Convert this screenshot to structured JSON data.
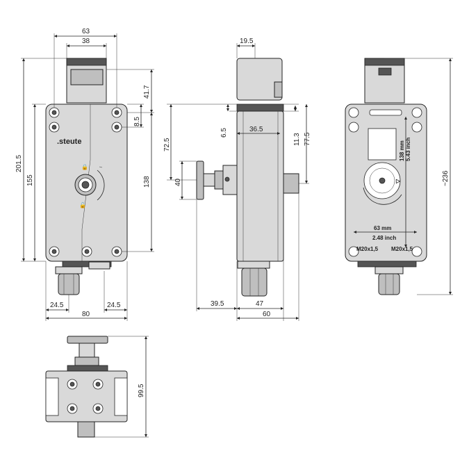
{
  "front_view": {
    "brand": ".steute",
    "dims": {
      "top_width": "63",
      "head_width": "38",
      "total_height": "201.5",
      "body_height": "155",
      "head_height": "41.7",
      "offset": "8.5",
      "hole_spacing_v": "138",
      "gland_left": "24.5",
      "gland_right": "24.5",
      "body_width": "80"
    }
  },
  "side_view": {
    "dims": {
      "head_width": "19.5",
      "slot": "6.5",
      "slot_depth": "36.5",
      "height_to_handle": "72.5",
      "shaft_dia": "11.3",
      "height_right": "77.5",
      "handle_dia": "40",
      "handle_offset": "39.5",
      "body_depth": "47",
      "total_depth": "60"
    }
  },
  "back_view": {
    "dims": {
      "vertical_mm": "138 mm",
      "vertical_inch": "5.43 inch",
      "horizontal_mm": "63 mm",
      "horizontal_inch": "2.48 inch",
      "thread_left": "M20x1,5",
      "thread_right": "M20x1,5",
      "total_height": "~236"
    }
  },
  "bottom_view": {
    "dims": {
      "height": "99.5"
    }
  }
}
